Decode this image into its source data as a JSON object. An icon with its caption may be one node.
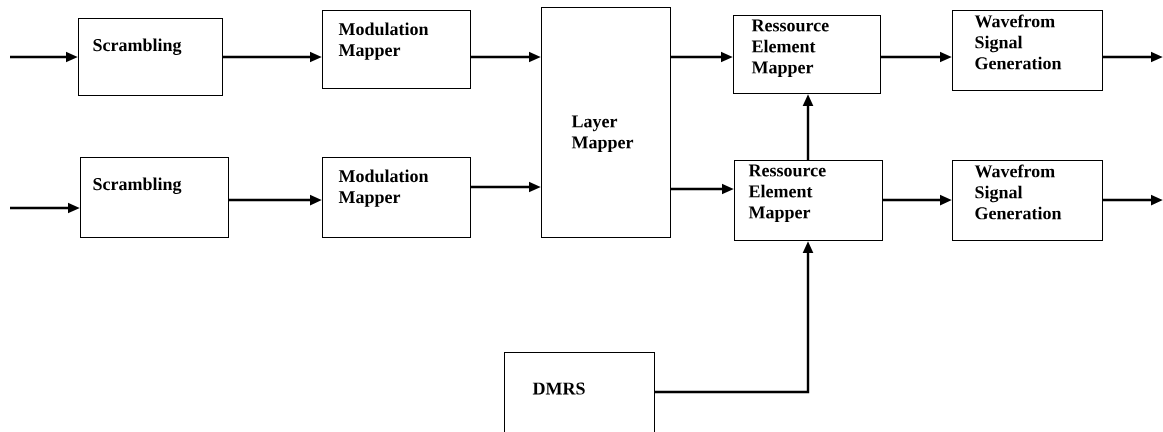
{
  "diagram": {
    "nodes": [
      {
        "text": [
          "Scrambling"
        ]
      },
      {
        "text": [
          "Modulation Mapper"
        ]
      },
      {
        "text": [
          "Layer Mapper"
        ]
      },
      {
        "text": [
          "Ressource Element Mapper"
        ]
      },
      {
        "text": [
          "Wavefrom Signal Generation"
        ]
      },
      {
        "text": [
          "Scrambling"
        ]
      },
      {
        "text": [
          "Modulation Mapper"
        ]
      },
      {
        "text": [
          "Ressource Element Mapper"
        ]
      },
      {
        "text": [
          "Wavefrom Signal Generation"
        ]
      },
      {
        "text": [
          "DMRS"
        ]
      }
    ],
    "edges": [
      {
        "from": null,
        "to": 0,
        "arrow": "to"
      },
      {
        "from": 0,
        "to": 1,
        "arrow": "to"
      },
      {
        "from": 1,
        "to": 2,
        "arrow": "to"
      },
      {
        "from": 2,
        "to": 3,
        "arrow": "to"
      },
      {
        "from": 3,
        "to": 4,
        "arrow": "to"
      },
      {
        "from": 4,
        "to": null,
        "arrow": "to"
      },
      {
        "from": null,
        "to": 5,
        "arrow": "to"
      },
      {
        "from": 5,
        "to": 6,
        "arrow": "to"
      },
      {
        "from": 6,
        "to": 2,
        "arrow": "to"
      },
      {
        "from": 2,
        "to": 7,
        "arrow": "to"
      },
      {
        "from": 7,
        "to": 8,
        "arrow": "to"
      },
      {
        "from": 8,
        "to": null,
        "arrow": "to"
      },
      {
        "from": 7,
        "to": 3,
        "arrow": "to"
      },
      {
        "from": 9,
        "to": 7,
        "arrow": "to"
      }
    ]
  }
}
